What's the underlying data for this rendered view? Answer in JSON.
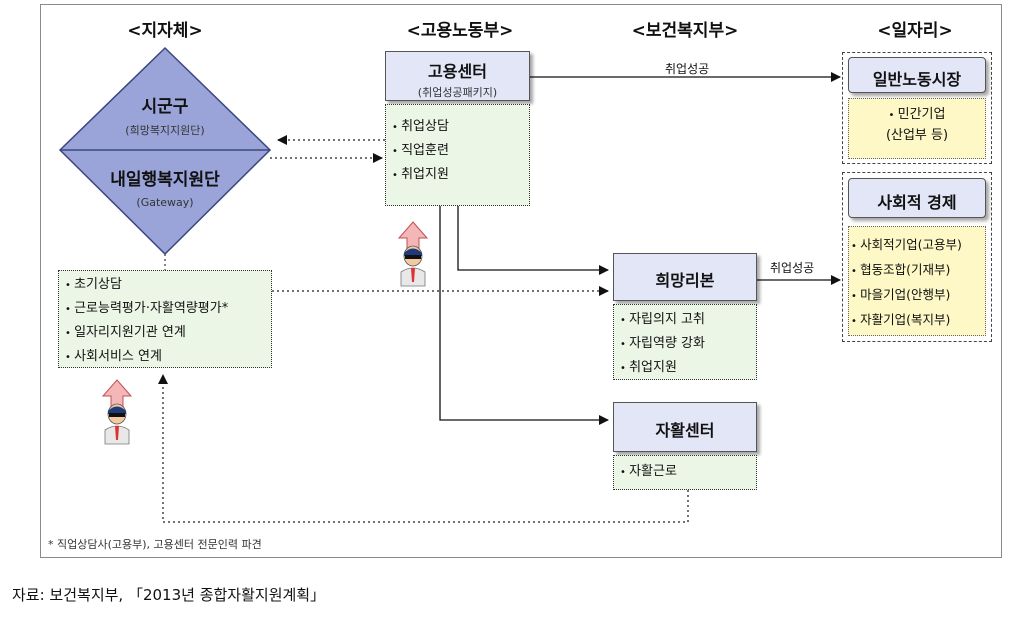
{
  "headers": {
    "local_gov": "<지자체>",
    "labor_ministry": "<고용노동부>",
    "welfare_ministry": "<보건복지부>",
    "jobs": "<일자리>"
  },
  "sigungu": {
    "title": "시군구",
    "sub": "(희망복지지원단)"
  },
  "naeil": {
    "title": "내일행복지원단",
    "sub": "(Gateway)"
  },
  "local_services": [
    "초기상담",
    "근로능력평가·자활역량평가*",
    "일자리지원기관 연계",
    "사회서비스 연계"
  ],
  "employment_center": {
    "title": "고용센터",
    "sub": "(취업성공패키지)",
    "items": [
      "취업상담",
      "직업훈련",
      "취업지원"
    ]
  },
  "hope_ribbon": {
    "title": "희망리본",
    "items": [
      "자립의지 고취",
      "자립역량 강화",
      "취업지원"
    ]
  },
  "self_support": {
    "title": "자활센터",
    "items": [
      "자활근로"
    ]
  },
  "general_labor": {
    "title": "일반노동시장",
    "items": [
      "민간기업",
      "(산업부 등)"
    ]
  },
  "social_economy": {
    "title": "사회적 경제",
    "items": [
      "사회적기업(고용부)",
      "협동조합(기재부)",
      "마을기업(안행부)",
      "자활기업(복지부)"
    ]
  },
  "edge_labels": {
    "success_1": "취업성공",
    "success_2": "취업성공"
  },
  "footnote": "* 직업상담사(고용부), 고용센터 전문인력 파견",
  "source": "자료: 보건복지부, 「2013년 종합자활지원계획」",
  "colors": {
    "box_blue": "#e3e6f7",
    "diamond": "#9aa4d8",
    "green": "#ecf6e6",
    "yellow": "#fdf8c6"
  },
  "icons": [
    "counselor-person-icon",
    "counselor-person-icon"
  ]
}
